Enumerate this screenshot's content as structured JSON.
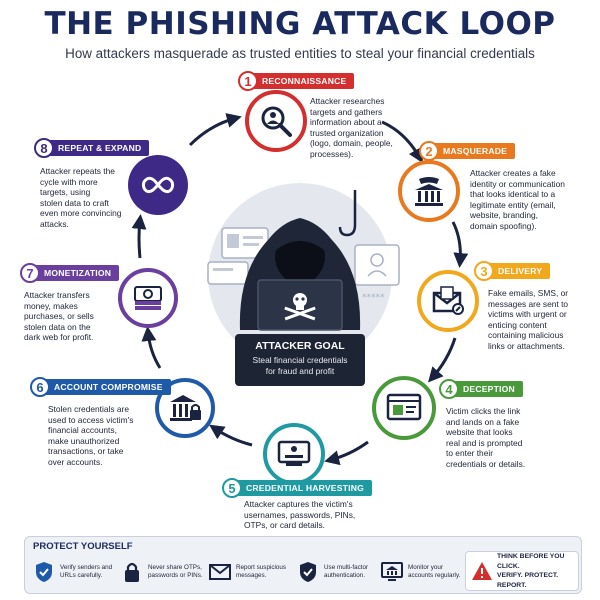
{
  "header": {
    "title": "THE PHISHING ATTACK LOOP",
    "subtitle": "How attackers masquerade as trusted entities to steal your financial credentials"
  },
  "steps": [
    {
      "num": "1",
      "title": "RECONNAISSANCE",
      "color": "#d32f2f",
      "icon": "magnifier-person-icon",
      "desc": [
        "Attacker researches",
        "targets and gathers",
        "information about a",
        "trusted organization",
        "(logo, domain, people,",
        "processes)."
      ]
    },
    {
      "num": "2",
      "title": "MASQUERADE",
      "color": "#e8791e",
      "icon": "bank-mask-icon",
      "desc": [
        "Attacker creates a fake",
        "identity or communication",
        "that looks identical to a",
        "legitimate entity (email,",
        "website, branding,",
        "domain spoofing)."
      ]
    },
    {
      "num": "3",
      "title": "DELIVERY",
      "color": "#f2a81d",
      "icon": "email-link-icon",
      "desc": [
        "Fake emails, SMS, or",
        "messages are sent to",
        "victims with urgent or",
        "enticing content",
        "containing malicious",
        "links or attachments."
      ]
    },
    {
      "num": "4",
      "title": "DECEPTION",
      "color": "#4a9a3c",
      "icon": "fake-website-icon",
      "desc": [
        "Victim clicks the link",
        "and lands on a fake",
        "website that looks",
        "real and is prompted",
        "to enter their",
        "credentials or details."
      ]
    },
    {
      "num": "5",
      "title": "CREDENTIAL HARVESTING",
      "color": "#1f9aa3",
      "icon": "login-form-icon",
      "desc": [
        "Attacker captures the victim's",
        "usernames, passwords, PINs,",
        "OTPs, or card details."
      ]
    },
    {
      "num": "6",
      "title": "ACCOUNT COMPROMISE",
      "color": "#1e5aa8",
      "icon": "bank-lock-icon",
      "desc": [
        "Stolen credentials are",
        "used to access victim's",
        "financial accounts,",
        "make unauthorized",
        "transactions, or take",
        "over accounts."
      ]
    },
    {
      "num": "7",
      "title": "MONETIZATION",
      "color": "#6a3f9e",
      "icon": "money-stack-icon",
      "desc": [
        "Attacker transfers",
        "money, makes",
        "purchases, or sells",
        "stolen data on the",
        "dark web for profit."
      ]
    },
    {
      "num": "8",
      "title": "REPEAT & EXPAND",
      "color": "#3e2a86",
      "icon": "infinity-loop-icon",
      "desc": [
        "Attacker repeats the",
        "cycle with more",
        "targets, using",
        "stolen data to craft",
        "even more convincing",
        "attacks."
      ]
    }
  ],
  "goal": {
    "title": "ATTACKER GOAL",
    "text": [
      "Steal financial credentials",
      "for fraud and profit"
    ]
  },
  "protect": {
    "title": "PROTECT YOURSELF",
    "tips": [
      {
        "icon": "shield-check-icon",
        "lines": [
          "Verify senders and",
          "URLs carefully."
        ]
      },
      {
        "icon": "lock-icon",
        "lines": [
          "Never share OTPs,",
          "passwords or PINs."
        ]
      },
      {
        "icon": "report-mail-icon",
        "lines": [
          "Report suspicious",
          "messages."
        ]
      },
      {
        "icon": "mfa-shield-icon",
        "lines": [
          "Use multi-factor",
          "authentication."
        ]
      },
      {
        "icon": "bank-monitor-icon",
        "lines": [
          "Monitor your",
          "accounts regularly."
        ]
      }
    ],
    "warning": {
      "icon": "warning-icon",
      "lines": [
        "THINK BEFORE YOU CLICK.",
        "VERIFY. PROTECT. REPORT."
      ]
    }
  }
}
